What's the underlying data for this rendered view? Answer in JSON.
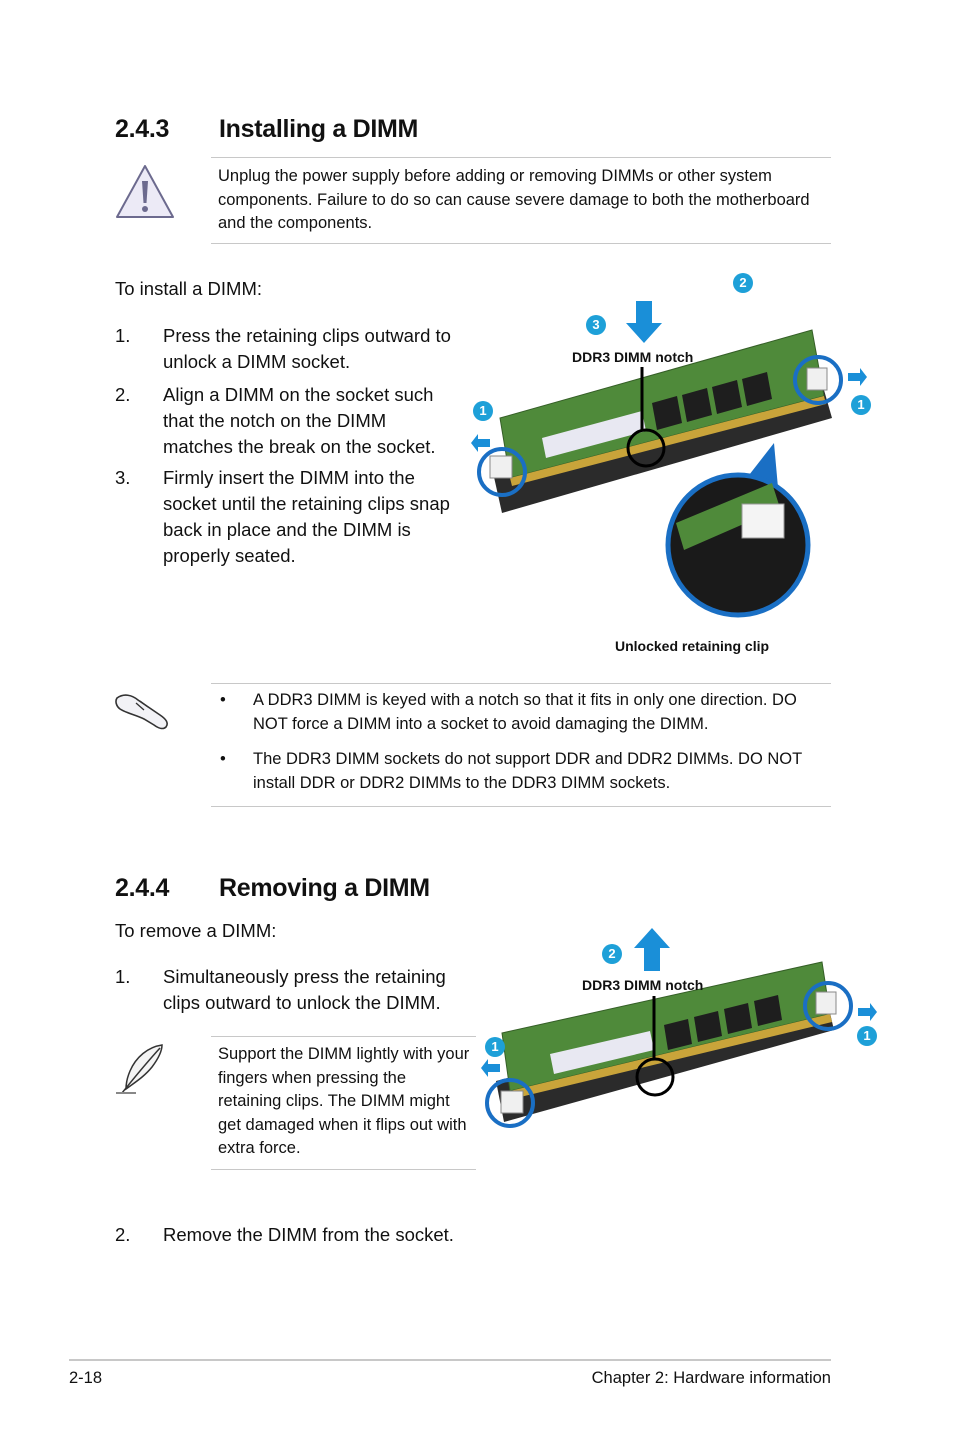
{
  "sec243": {
    "number": "2.4.3",
    "title": "Installing a DIMM",
    "warning": "Unplug the power supply before adding or removing DIMMs or other system components. Failure to do so can cause severe damage to both the motherboard and the components.",
    "intro": "To install a DIMM:",
    "steps": [
      {
        "n": "1.",
        "text": "Press the retaining clips outward to unlock a DIMM socket."
      },
      {
        "n": "2.",
        "text": "Align a DIMM on the socket such that the notch on the DIMM matches the break on the socket."
      },
      {
        "n": "3.",
        "text": "Firmly insert the DIMM into the socket until the retaining clips snap back in place and the DIMM is properly seated."
      }
    ],
    "figure": {
      "notch_label": "DDR3 DIMM notch",
      "clip_label": "Unlocked retaining clip",
      "badges": [
        "1",
        "1",
        "2",
        "3"
      ]
    },
    "notes": [
      "A DDR3 DIMM is keyed with a notch so that it fits in only one direction. DO NOT force a DIMM into a socket to avoid damaging the DIMM.",
      "The DDR3 DIMM sockets do not support DDR and DDR2 DIMMs. DO NOT install DDR or DDR2 DIMMs to the DDR3 DIMM sockets."
    ],
    "bullet": "•"
  },
  "sec244": {
    "number": "2.4.4",
    "title": "Removing a DIMM",
    "intro": "To remove a DIMM:",
    "step1": {
      "n": "1.",
      "text": "Simultaneously press the retaining clips outward to unlock the DIMM."
    },
    "tip": "Support the DIMM lightly with your fingers when pressing the retaining clips. The DIMM might get damaged when it flips out with extra force.",
    "step2": {
      "n": "2.",
      "text": "Remove the DIMM from the socket."
    },
    "figure": {
      "notch_label": "DDR3 DIMM notch",
      "badges": [
        "1",
        "1",
        "2"
      ]
    }
  },
  "footer": {
    "page": "2-18",
    "chapter": "Chapter 2: Hardware information"
  },
  "colors": {
    "accent": "#1ea0d8",
    "badge": "#1ea0d8",
    "circle": "#1a6fc4",
    "pcb": "#4f8a3a"
  }
}
